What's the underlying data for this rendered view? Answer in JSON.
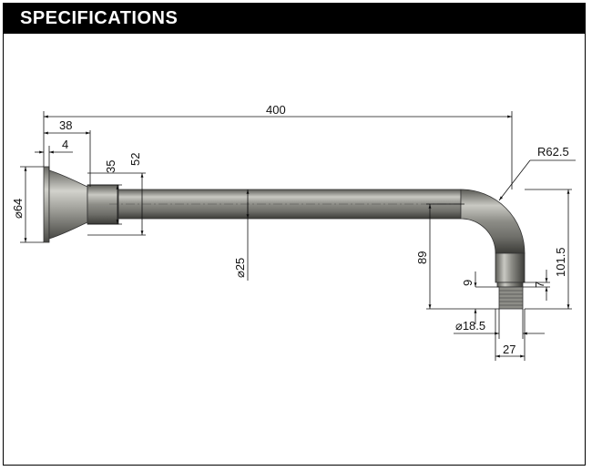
{
  "header": {
    "title": "SPECIFICATIONS"
  },
  "dimensions": {
    "overall_length": "400",
    "flange_depth": "38",
    "flange_thickness": "4",
    "flange_diameter": "⌀64",
    "collar_35": "35",
    "collar_52": "52",
    "pipe_diameter": "⌀25",
    "bend_radius": "R62.5",
    "drop_height": "89",
    "total_drop": "101.5",
    "thread_9": "9",
    "thread_7": "7",
    "outlet_diameter": "⌀18.5",
    "outlet_width": "27"
  },
  "colors": {
    "header_bg": "#000000",
    "pipe_metal": "#9a9a94"
  }
}
